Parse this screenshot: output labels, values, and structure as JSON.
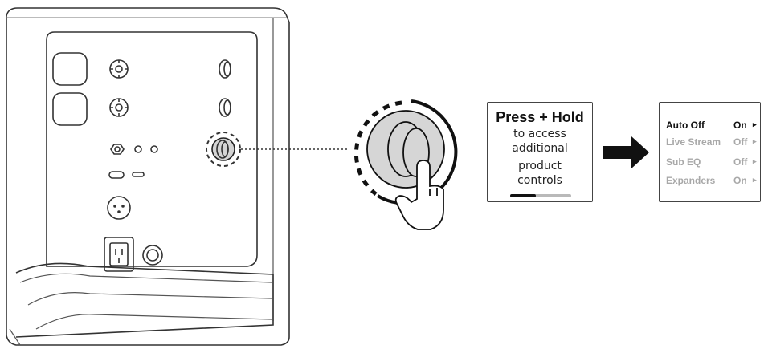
{
  "panel_one": {
    "title": "Press + Hold",
    "lines": [
      "to access",
      "additional",
      "product",
      "controls"
    ],
    "progress": 0.42
  },
  "panel_two": {
    "menu": [
      {
        "label": "Auto Off",
        "value": "On",
        "active": true
      },
      {
        "label": "Live Stream",
        "value": "Off",
        "active": false
      },
      {
        "label": "Sub EQ",
        "value": "Off",
        "active": false
      },
      {
        "label": "Expanders",
        "value": "On",
        "active": false
      }
    ]
  },
  "icons": {
    "arrow": "right-arrow-icon",
    "hand": "pointing-hand-icon",
    "knob": "channel-knob-icon"
  }
}
